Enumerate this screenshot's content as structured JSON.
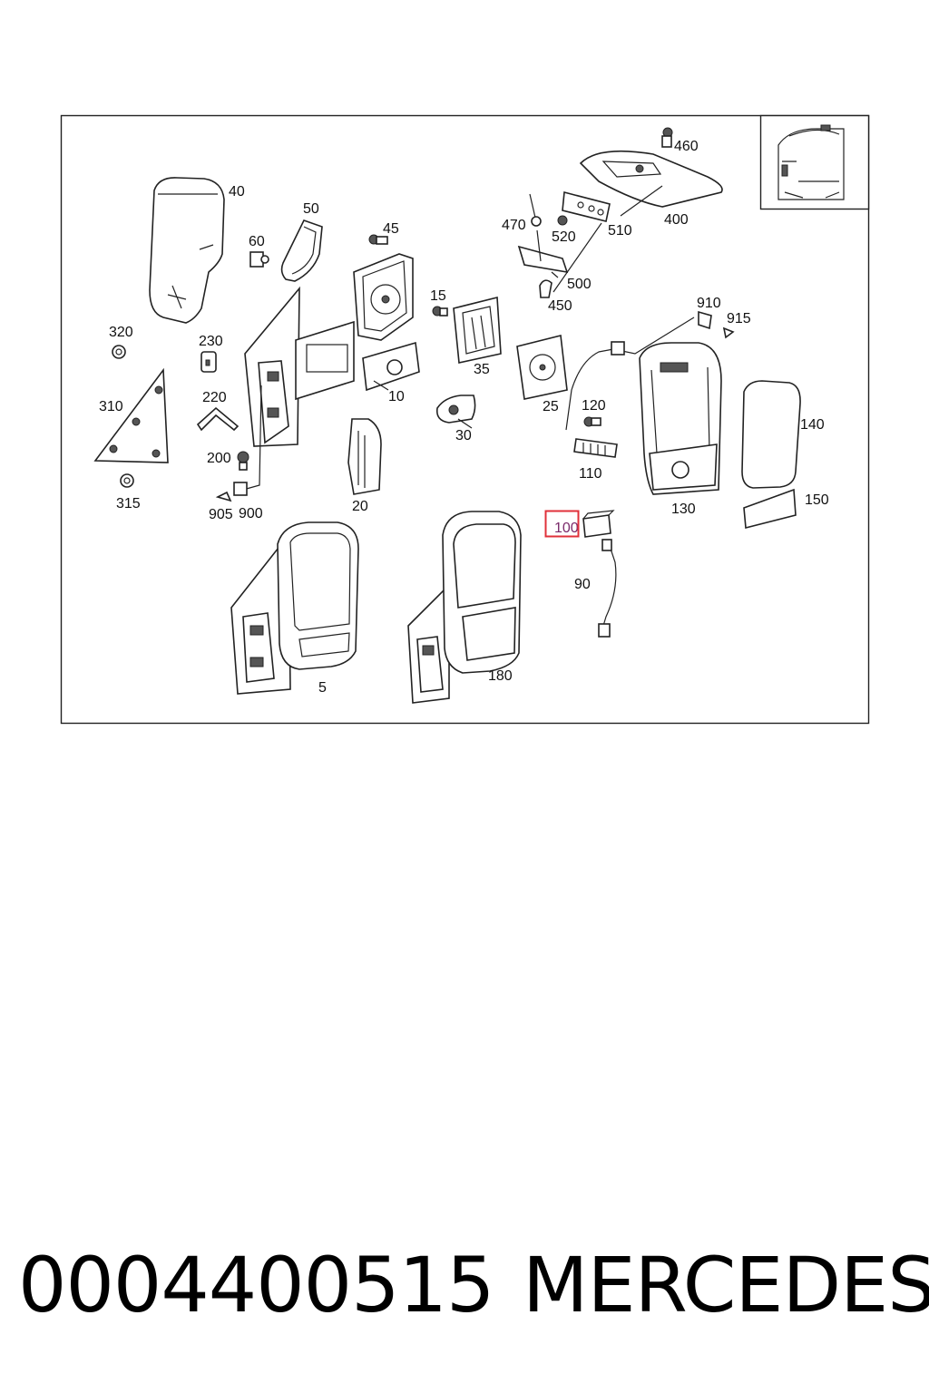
{
  "diagram": {
    "labels": [
      "40",
      "50",
      "60",
      "45",
      "15",
      "320",
      "230",
      "220",
      "310",
      "200",
      "315",
      "905",
      "900",
      "20",
      "10",
      "35",
      "30",
      "25",
      "120",
      "110",
      "470",
      "520",
      "510",
      "500",
      "450",
      "460",
      "400",
      "910",
      "915",
      "130",
      "140",
      "150",
      "100",
      "90",
      "5",
      "180"
    ],
    "highlighted_label": "100"
  },
  "caption": {
    "part_number": "0004400515",
    "brand": "MERCEDES"
  },
  "colors": {
    "highlight_border": "#e0303a",
    "line": "#222222"
  }
}
